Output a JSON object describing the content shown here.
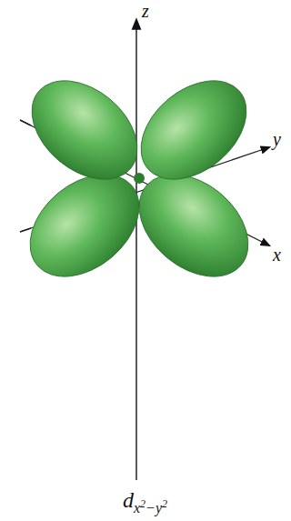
{
  "diagram": {
    "caption": "dx2−y2",
    "labels": [
      "z",
      "y",
      "x"
    ]
  }
}
